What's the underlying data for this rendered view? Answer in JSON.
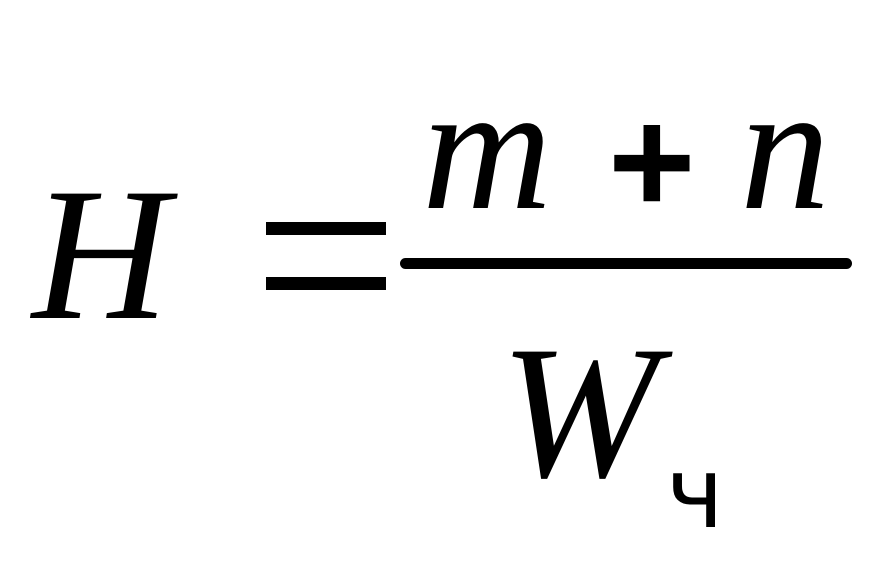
{
  "formula": {
    "lhs": "H",
    "equals": "=",
    "numerator": {
      "left": "m",
      "operator": "+",
      "right": "n"
    },
    "denominator": {
      "base": "W",
      "subscript": "ч"
    }
  }
}
